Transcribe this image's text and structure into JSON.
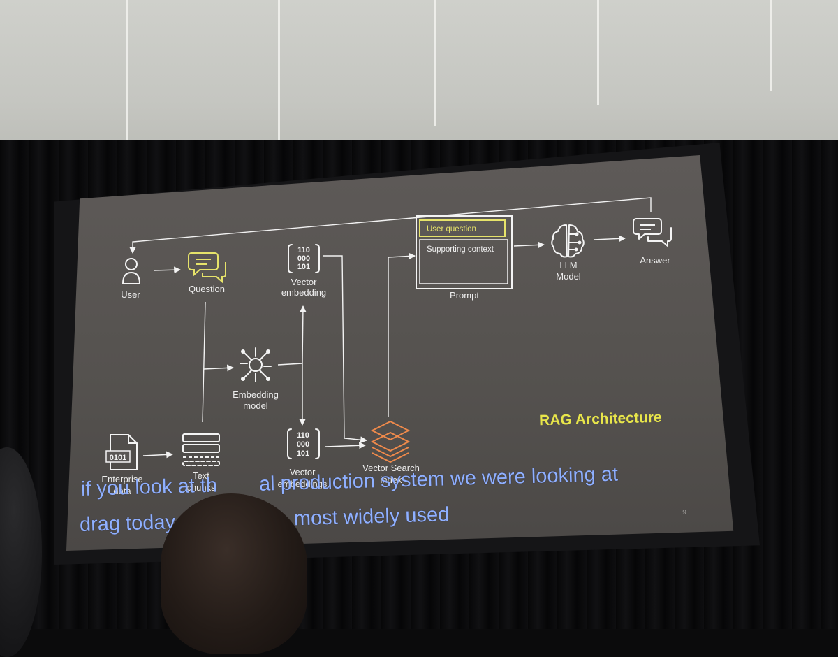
{
  "slide": {
    "title": "RAG Architecture",
    "page_number": "9",
    "accent_color": "#e8e64a",
    "labels": {
      "user": "User",
      "question": "Question",
      "vector_embedding": [
        "Vector",
        "embedding"
      ],
      "embedding_model": [
        "Embedding",
        "model"
      ],
      "vector_embeddings": [
        "Vector",
        "embeddings"
      ],
      "vector_search_index": [
        "Vector Search",
        "index"
      ],
      "enterprise_data": [
        "Enterprise",
        "data"
      ],
      "text_chunks": [
        "Text",
        "chunks"
      ],
      "prompt": "Prompt",
      "user_question": "User question",
      "supporting_context": "Supporting context",
      "llm_model": [
        "LLM",
        "Model"
      ],
      "answer": "Answer"
    },
    "binary_rows": [
      "110",
      "000",
      "101"
    ],
    "file_bits": "0101"
  },
  "captions": {
    "line1_left": "if you look at th",
    "line1_right": "al production system we were looking at",
    "line2_left": "drag today",
    "line2_right": "most widely used"
  },
  "icons": [
    "user-icon",
    "chat-icon",
    "binary-icon",
    "embedding-model-icon",
    "database-stack-icon",
    "file-icon",
    "text-chunks-icon",
    "brain-icon",
    "answer-chat-icon"
  ]
}
